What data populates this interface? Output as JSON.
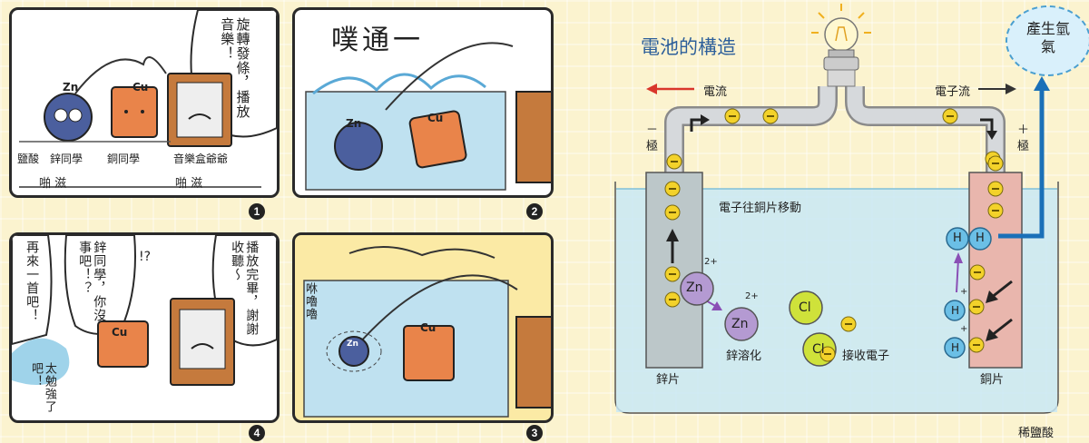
{
  "comic": {
    "panel1": {
      "number": "1",
      "speech": "旋轉發條，播放音樂！",
      "labels": {
        "acid": "鹽酸",
        "zinc": "鋅同學",
        "copper": "銅同學",
        "grandpa": "音樂盒爺爺"
      },
      "sfx": [
        "啪 滋",
        "啪 滋"
      ],
      "zn": "Zn",
      "cu": "Cu"
    },
    "panel2": {
      "number": "2",
      "sfx": "噗通一",
      "zn": "Zn",
      "cu": "Cu"
    },
    "panel3": {
      "number": "3",
      "sfx_side": "咻嚕嚕",
      "zn": "Zn",
      "cu": "Cu"
    },
    "panel4": {
      "number": "4",
      "speech_grandpa": "播放完畢，謝謝收聽～",
      "speech_zinc": "鋅同學，你沒事吧！？",
      "exclaim": "!?",
      "speech_left": "再來一首吧！",
      "speech_bottom": "太勉強了吧！",
      "cu": "Cu"
    }
  },
  "diagram": {
    "title": "電池的構造",
    "current_label": "電流",
    "electron_flow_label": "電子流",
    "hydrogen_label": "產生氫氣",
    "negative_sign": "－",
    "negative_label": "極",
    "positive_sign": "＋",
    "positive_label": "極",
    "electron_move_label": "電子往銅片移動",
    "zinc_plate_label": "鋅片",
    "copper_plate_label": "銅片",
    "acid_label": "稀鹽酸",
    "zinc_dissolve_label": "鋅溶化",
    "accept_electron_label": "接收電子",
    "zn_ion": "Zn",
    "zn_charge": "2+",
    "cl": "Cl",
    "h": "H",
    "h_charge": "+",
    "colors": {
      "current_arrow": "#d9362b",
      "hydrogen_arrow": "#1a70b8",
      "zinc_plate": "#bcc7c9",
      "copper_plate": "#e9b6ad",
      "acid": "#c8e7f5",
      "electron": "#f3d22a",
      "zn_ion": "#b49ad2",
      "cl_ion": "#cfe23a",
      "h_ion": "#6bbfe6"
    }
  }
}
